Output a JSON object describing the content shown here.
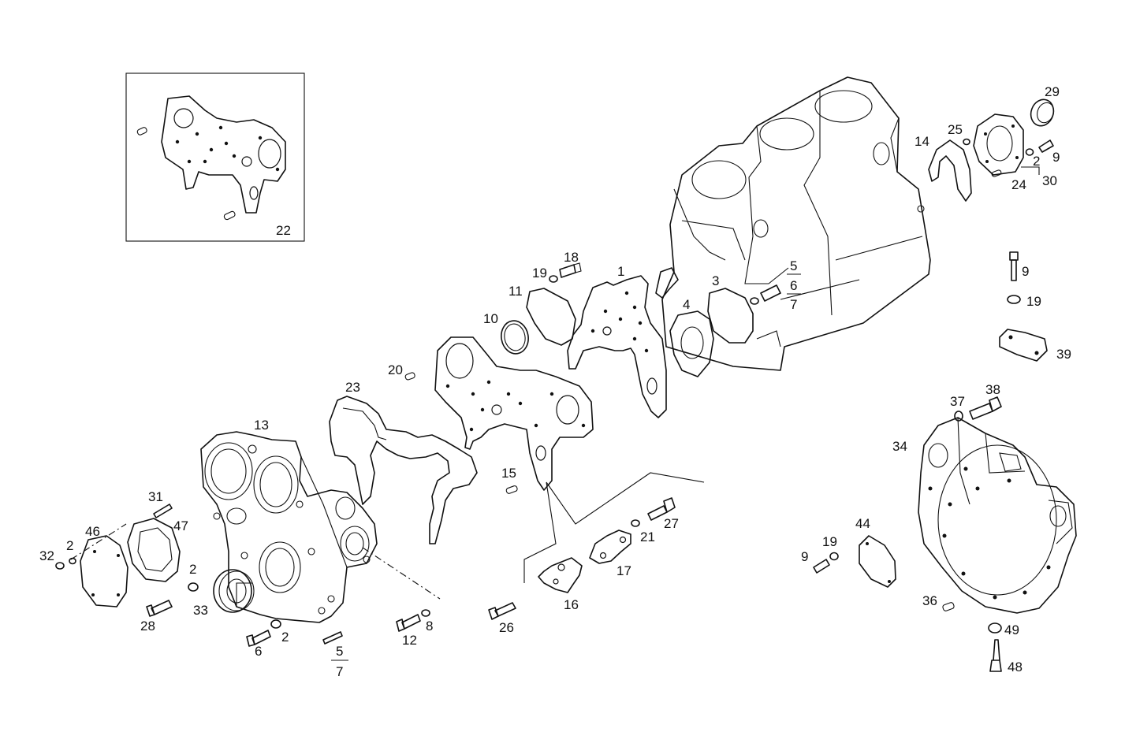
{
  "diagram": {
    "labels": {
      "l1": "1",
      "l3": "3",
      "l4": "4",
      "l5a": "5",
      "l6a": "6",
      "l7a": "7",
      "l9a": "9",
      "l9b": "9",
      "l9c": "9",
      "l10": "10",
      "l11": "11",
      "l12": "12",
      "l8": "8",
      "l13": "13",
      "l14": "14",
      "l15": "15",
      "l16": "16",
      "l17": "17",
      "l18": "18",
      "l19a": "19",
      "l19b": "19",
      "l19c": "19",
      "l20": "20",
      "l21": "21",
      "l22": "22",
      "l23": "23",
      "l24": "24",
      "l25": "25",
      "l26": "26",
      "l27": "27",
      "l28": "28",
      "l29": "29",
      "l30": "30",
      "l31": "31",
      "l32": "32",
      "l33": "33",
      "l34": "34",
      "l36": "36",
      "l37": "37",
      "l38": "38",
      "l39": "39",
      "l44": "44",
      "l46": "46",
      "l47": "47",
      "l48": "48",
      "l49": "49",
      "l2a": "2",
      "l2b": "2",
      "l2c": "2",
      "l2d": "2",
      "l6b": "6",
      "l5b": "5",
      "l7b": "7"
    }
  }
}
